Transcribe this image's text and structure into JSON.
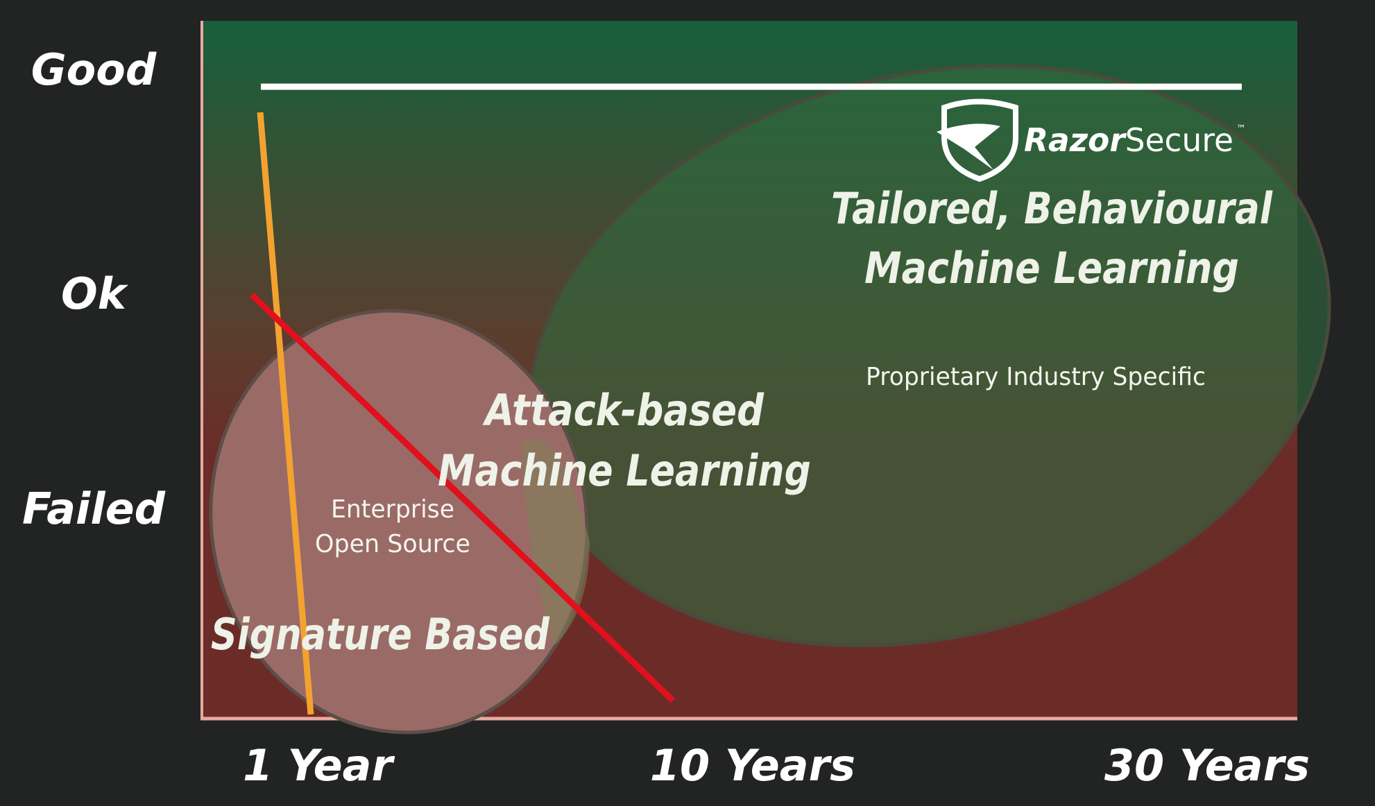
{
  "chart_data": {
    "type": "scatter",
    "title": "",
    "y_levels": [
      "Good",
      "Ok",
      "Failed"
    ],
    "x_ticks": [
      "1 Year",
      "10 Years",
      "30 Years"
    ],
    "regions": [
      {
        "name": "Signature Based",
        "sublabel": [
          "Enterprise",
          "Open Source"
        ],
        "color": "#9a6b66"
      },
      {
        "name": "Attack-based",
        "name_line2": "Machine Learning",
        "color": "#5f6b3e"
      },
      {
        "name": "Tailored, Behavioural",
        "name_line2": "Machine Learning",
        "sublabel": [
          "Proprietary Industry Specific"
        ],
        "color": "#2f6a3e"
      }
    ],
    "lines": [
      {
        "name": "signature-decay",
        "color": "#f3a230",
        "start": {
          "x": "1 Year",
          "y": "Good"
        },
        "end": {
          "x": "1 Year",
          "y": "Failed"
        }
      },
      {
        "name": "attack-ml-decay",
        "color": "#e0101d",
        "start": {
          "x": "1 Year",
          "y": "Ok"
        },
        "end": {
          "x": "10 Years",
          "y": "Failed"
        }
      },
      {
        "name": "behavioural-ml-level",
        "color": "#ffffff",
        "start": {
          "x": "1 Year",
          "y": "Good"
        },
        "end": {
          "x": "30 Years",
          "y": "Good"
        }
      }
    ],
    "grid": false,
    "legend": "none"
  },
  "brand": {
    "name_bold": "Razor",
    "name_regular": "Secure",
    "trademark": "™"
  },
  "colors": {
    "background": "#222323",
    "plot_top": "#17603b",
    "plot_bottom": "#6b2c28"
  }
}
